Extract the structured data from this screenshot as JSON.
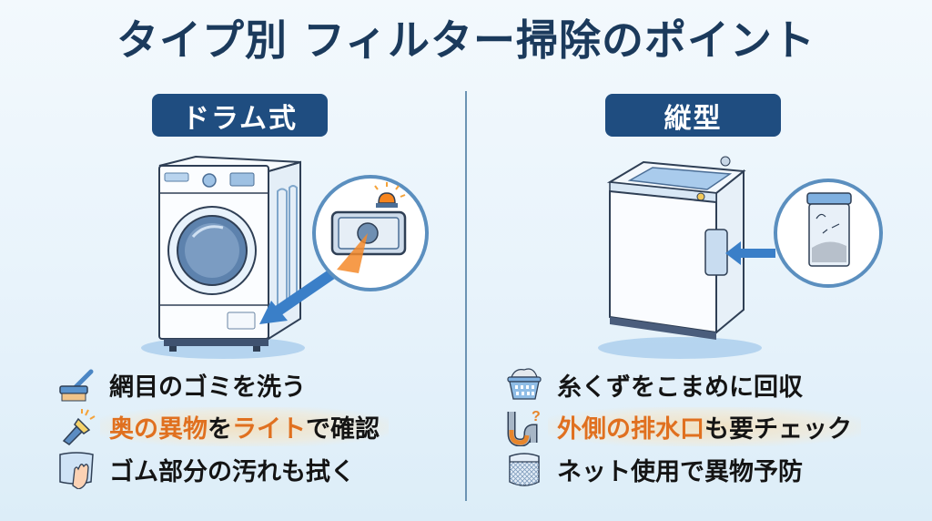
{
  "title": "タイプ別 フィルター掃除のポイント",
  "colors": {
    "title": "#1b3a5c",
    "badge_bg": "#1f4d80",
    "highlight": "#e0701f",
    "divider": "#6b93b3",
    "arrow": "#3a7fc8"
  },
  "drum": {
    "badge": "ドラム式",
    "illustration": "drum-washer-with-filter-zoom",
    "tips": [
      {
        "icon": "brush-icon",
        "parts": [
          {
            "text": "網目のゴミを洗う",
            "highlight": false
          }
        ]
      },
      {
        "icon": "flashlight-icon",
        "highlighted_row": true,
        "parts": [
          {
            "text": "奥の異物",
            "highlight": true
          },
          {
            "text": "を",
            "highlight": false
          },
          {
            "text": "ライト",
            "highlight": true
          },
          {
            "text": "で確認",
            "highlight": false
          }
        ]
      },
      {
        "icon": "cloth-wipe-icon",
        "parts": [
          {
            "text": "ゴム部分の汚れも拭く",
            "highlight": false
          }
        ]
      }
    ]
  },
  "vertical": {
    "badge": "縦型",
    "illustration": "top-loader-with-lint-filter-zoom",
    "tips": [
      {
        "icon": "laundry-basket-icon",
        "parts": [
          {
            "text": "糸くずをこまめに回収",
            "highlight": false
          }
        ]
      },
      {
        "icon": "drain-pipe-icon",
        "highlighted_row": true,
        "parts": [
          {
            "text": "外側の排水口",
            "highlight": true
          },
          {
            "text": "も要チェック",
            "highlight": false
          }
        ]
      },
      {
        "icon": "laundry-net-icon",
        "parts": [
          {
            "text": "ネット使用で異物予防",
            "highlight": false
          }
        ]
      }
    ]
  }
}
